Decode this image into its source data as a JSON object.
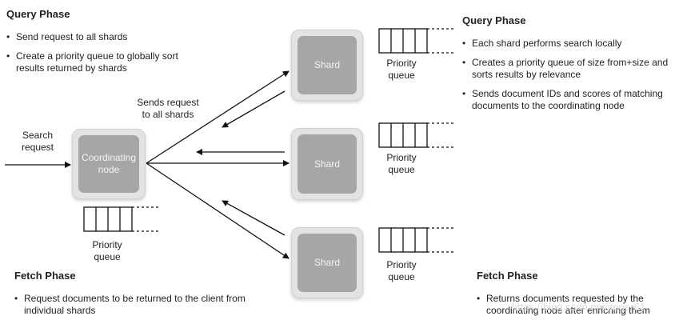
{
  "left_query": {
    "heading": "Query Phase",
    "bullets": [
      "Send request to all shards",
      "Create a priority queue to globally sort results returned by shards"
    ]
  },
  "right_query": {
    "heading": "Query Phase",
    "bullets": [
      "Each shard performs search locally",
      "Creates a priority queue of size from+size and sorts results by relevance",
      "Sends document IDs and scores of matching documents to the coordinating node"
    ]
  },
  "left_fetch": {
    "heading": "Fetch Phase",
    "bullets": [
      "Request documents to be returned to the client from individual shards"
    ]
  },
  "right_fetch": {
    "heading": "Fetch Phase",
    "bullets": [
      "Returns documents requested by the coordinating node after enriching them"
    ]
  },
  "labels": {
    "search_request": "Search request",
    "sends_request": "Sends request to all shards",
    "coordinating_node": "Coordinating node",
    "shard": "Shard",
    "priority_queue": "Priority queue"
  },
  "watermark": "https://blog.csdn.net/iteger61"
}
